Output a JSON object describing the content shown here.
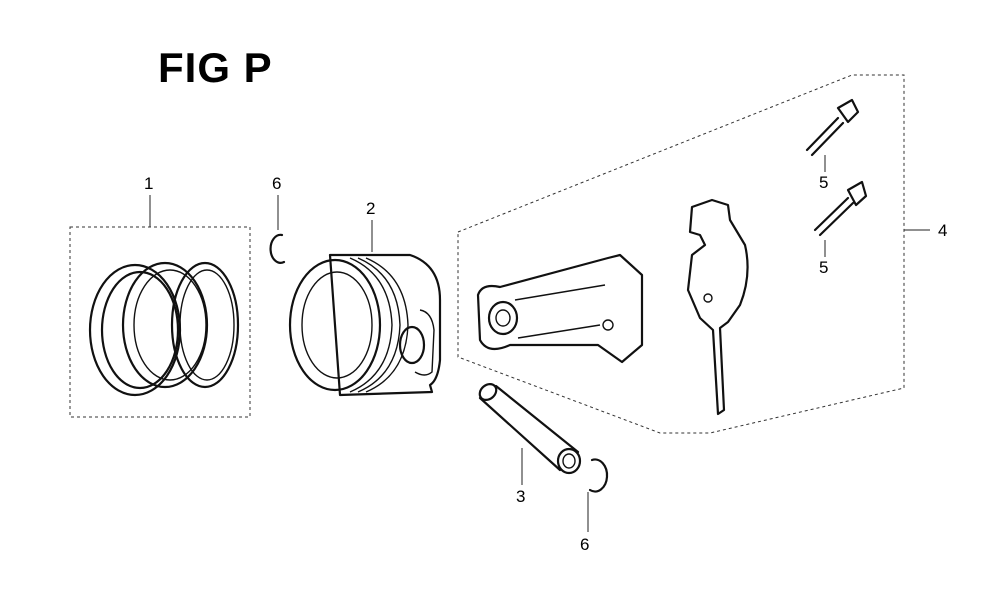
{
  "figure": {
    "title": "FIG P"
  },
  "callouts": {
    "c1": "1",
    "c2": "2",
    "c3": "3",
    "c4": "4",
    "c5a": "5",
    "c5b": "5",
    "c6a": "6",
    "c6b": "6"
  },
  "colors": {
    "line": "#111111",
    "background": "#ffffff"
  }
}
